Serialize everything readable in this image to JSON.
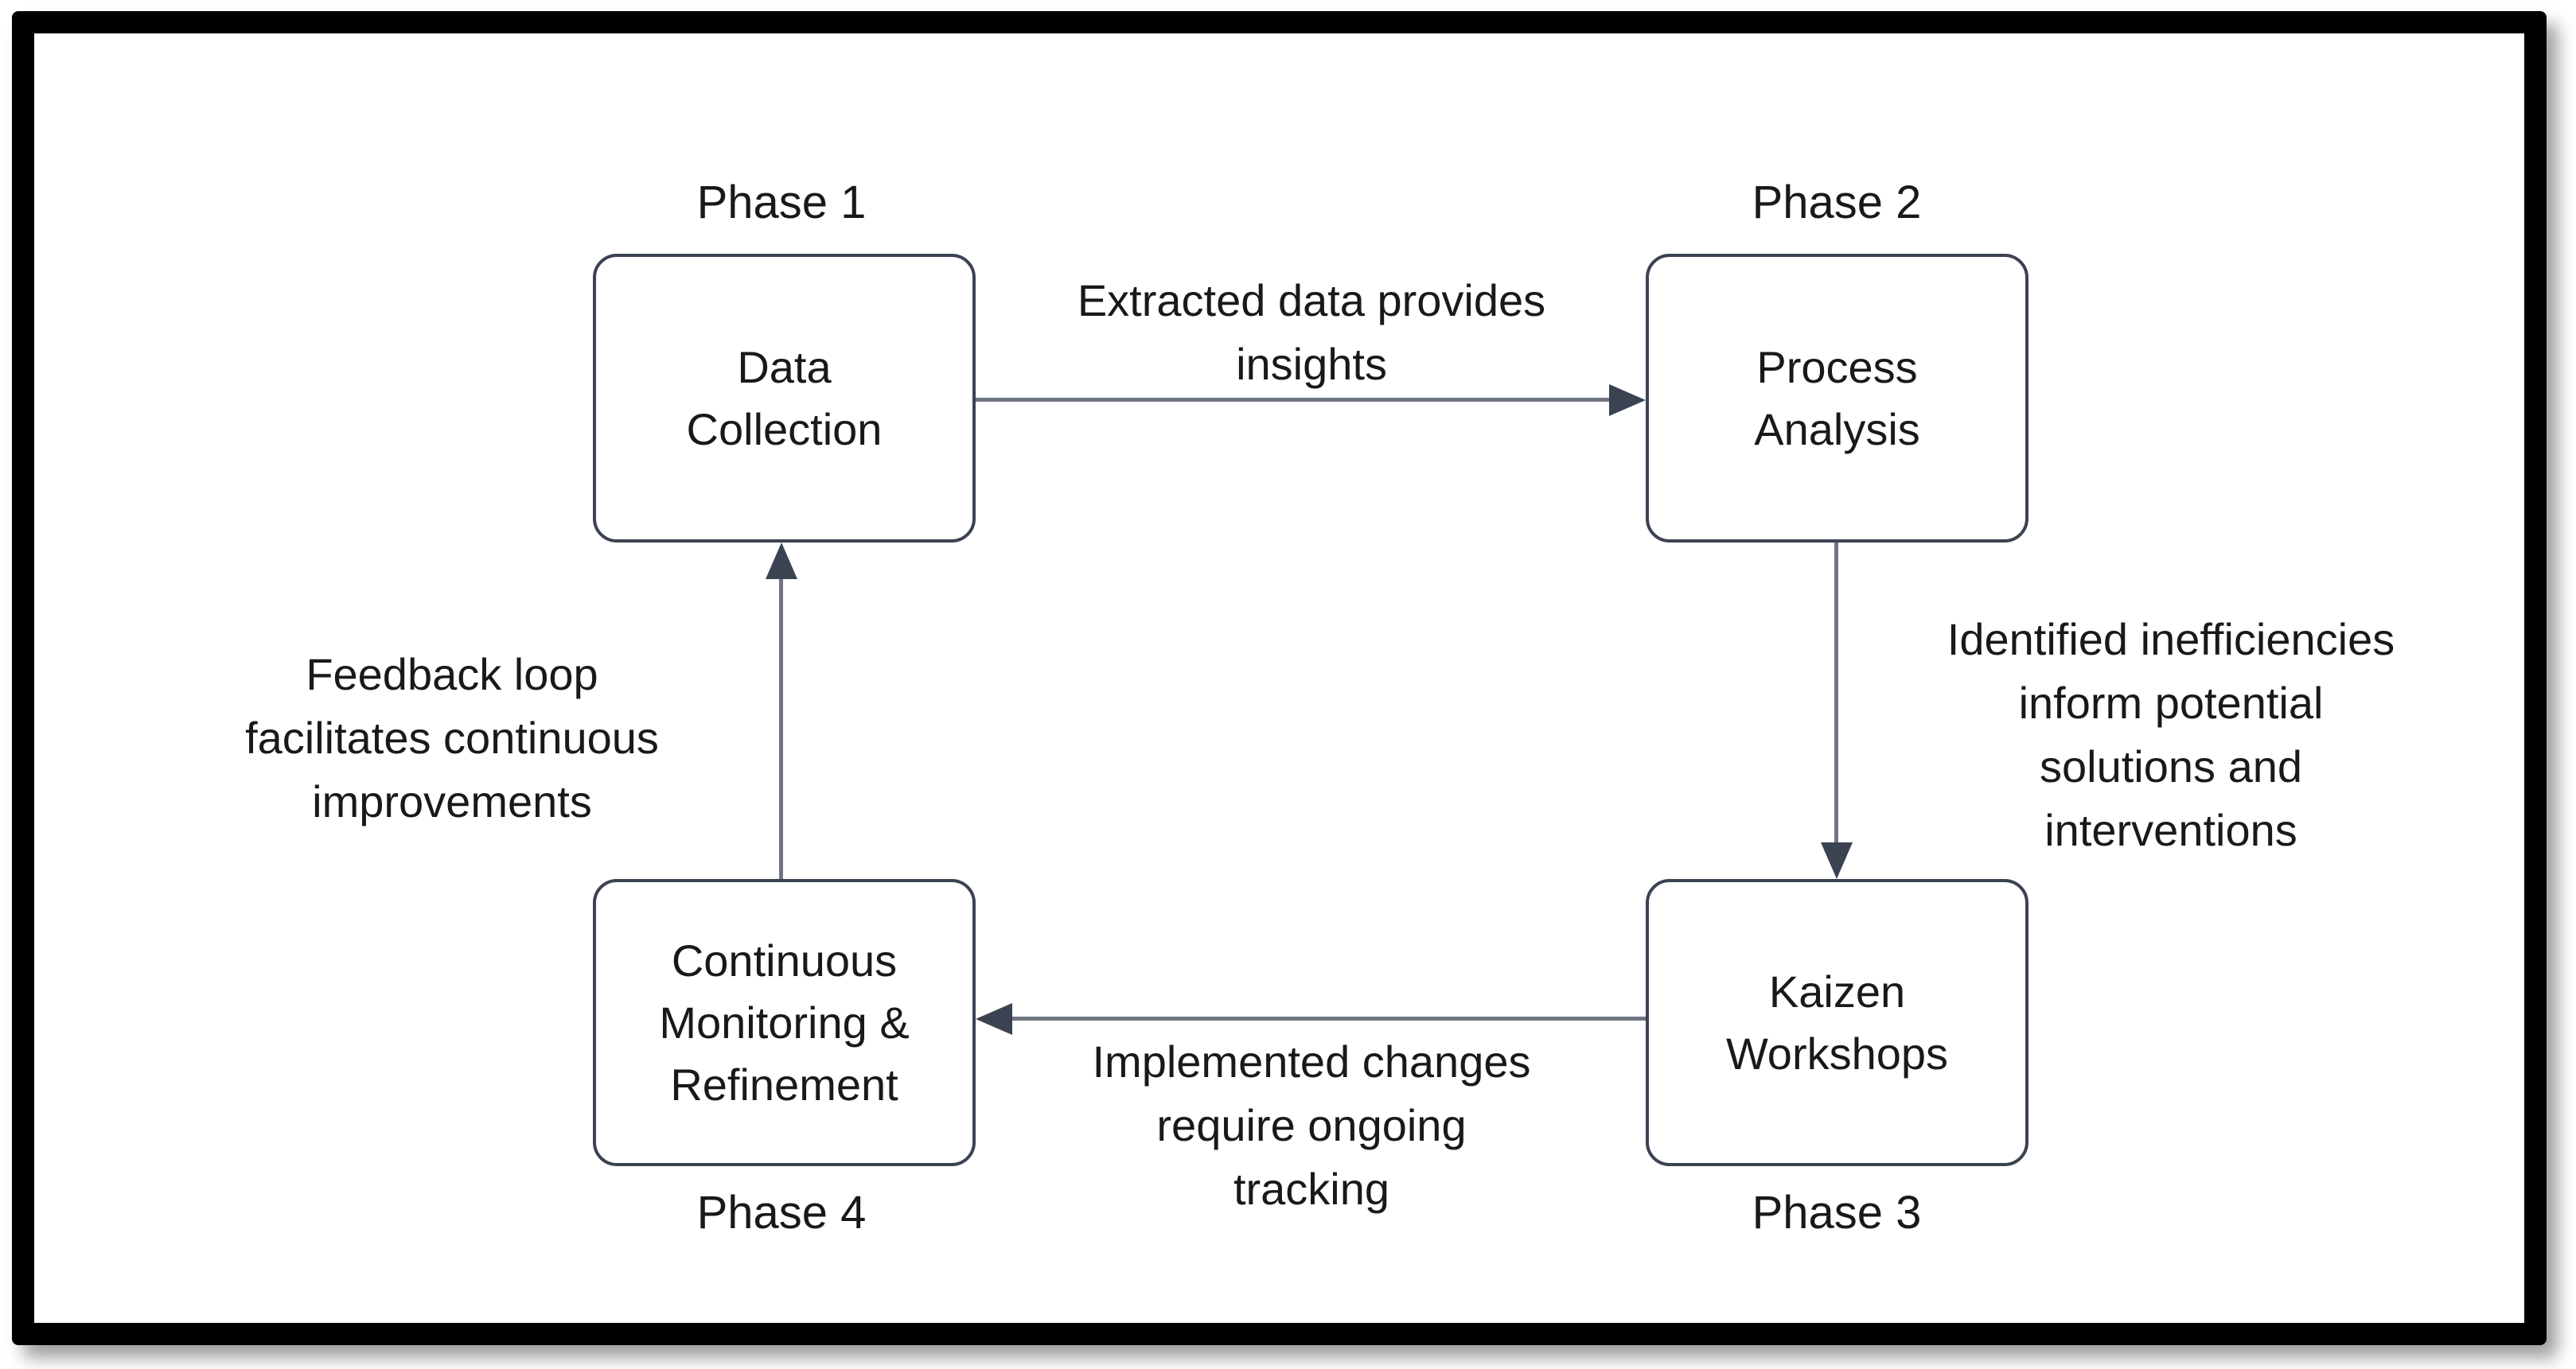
{
  "frame": {
    "border_color": "#000000",
    "background": "#ffffff"
  },
  "diagram": {
    "type": "flowchart-cycle",
    "nodes": [
      {
        "phase": "Phase 1",
        "label": "Data\nCollection"
      },
      {
        "phase": "Phase 2",
        "label": "Process\nAnalysis"
      },
      {
        "phase": "Phase 3",
        "label": "Kaizen\nWorkshops"
      },
      {
        "phase": "Phase 4",
        "label": "Continuous\nMonitoring &\nRefinement"
      }
    ],
    "edges": [
      {
        "from": "Data Collection",
        "to": "Process Analysis",
        "direction": "right",
        "label": "Extracted data provides\ninsights"
      },
      {
        "from": "Process Analysis",
        "to": "Kaizen Workshops",
        "direction": "down",
        "label": "Identified inefficiencies\ninform potential\nsolutions and\ninterventions"
      },
      {
        "from": "Kaizen Workshops",
        "to": "Continuous Monitoring & Refinement",
        "direction": "left",
        "label": "Implemented changes\nrequire ongoing\ntracking"
      },
      {
        "from": "Continuous Monitoring & Refinement",
        "to": "Data Collection",
        "direction": "up",
        "label": "Feedback loop\nfacilitates continuous\nimprovements"
      }
    ],
    "colors": {
      "node_border": "#3b4352",
      "node_fill": "#ffffff",
      "arrow_line": "#6f7681",
      "arrow_head": "#3b4352",
      "text": "#17191c"
    }
  }
}
